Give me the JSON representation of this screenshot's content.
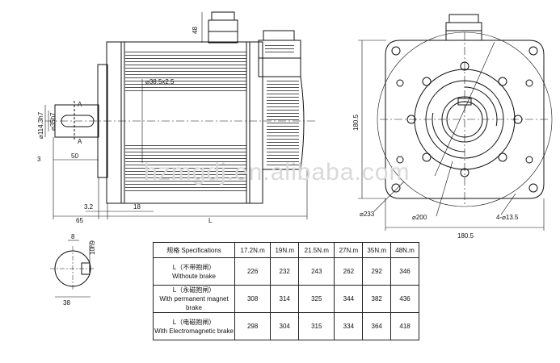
{
  "watermark": "hzmgdj.en.alibaba.com",
  "side_view": {
    "dims": {
      "d48": "48",
      "flange_bore": "⌀38.5x2.5",
      "shaft_dia": "⌀114.3h7",
      "shaft_d2": "⌀35h7",
      "key_label": "A",
      "d3": "3",
      "d50": "50",
      "d3_2": "3.2",
      "d18": "18",
      "d65": "65",
      "dL": "L"
    }
  },
  "front_view": {
    "dims": {
      "square": "180.5",
      "square_bottom": "180.5",
      "pcd": "⌀233",
      "bore": "⌀200",
      "holes": "4-⌀13.5"
    }
  },
  "section_view": {
    "dims": {
      "key_w": "10h9",
      "key_h": "8",
      "shaft_sect": "38"
    }
  },
  "table": {
    "header": [
      "规格 Specifications",
      "17.2N.m",
      "19N.m",
      "21.5N.m",
      "27N.m",
      "35N.m",
      "48N.m"
    ],
    "rows": [
      {
        "label_cn": "L（不带抱闸）",
        "label_en": "Withoute brake",
        "values": [
          "226",
          "232",
          "243",
          "262",
          "292",
          "346"
        ]
      },
      {
        "label_cn": "L（永磁抱闸）",
        "label_en": "With permanent magnet brake",
        "values": [
          "308",
          "314",
          "325",
          "344",
          "382",
          "436"
        ]
      },
      {
        "label_cn": "L（电磁抱闸）",
        "label_en": "With Electromagnetic brake",
        "values": [
          "298",
          "304",
          "315",
          "334",
          "364",
          "418"
        ]
      }
    ]
  }
}
